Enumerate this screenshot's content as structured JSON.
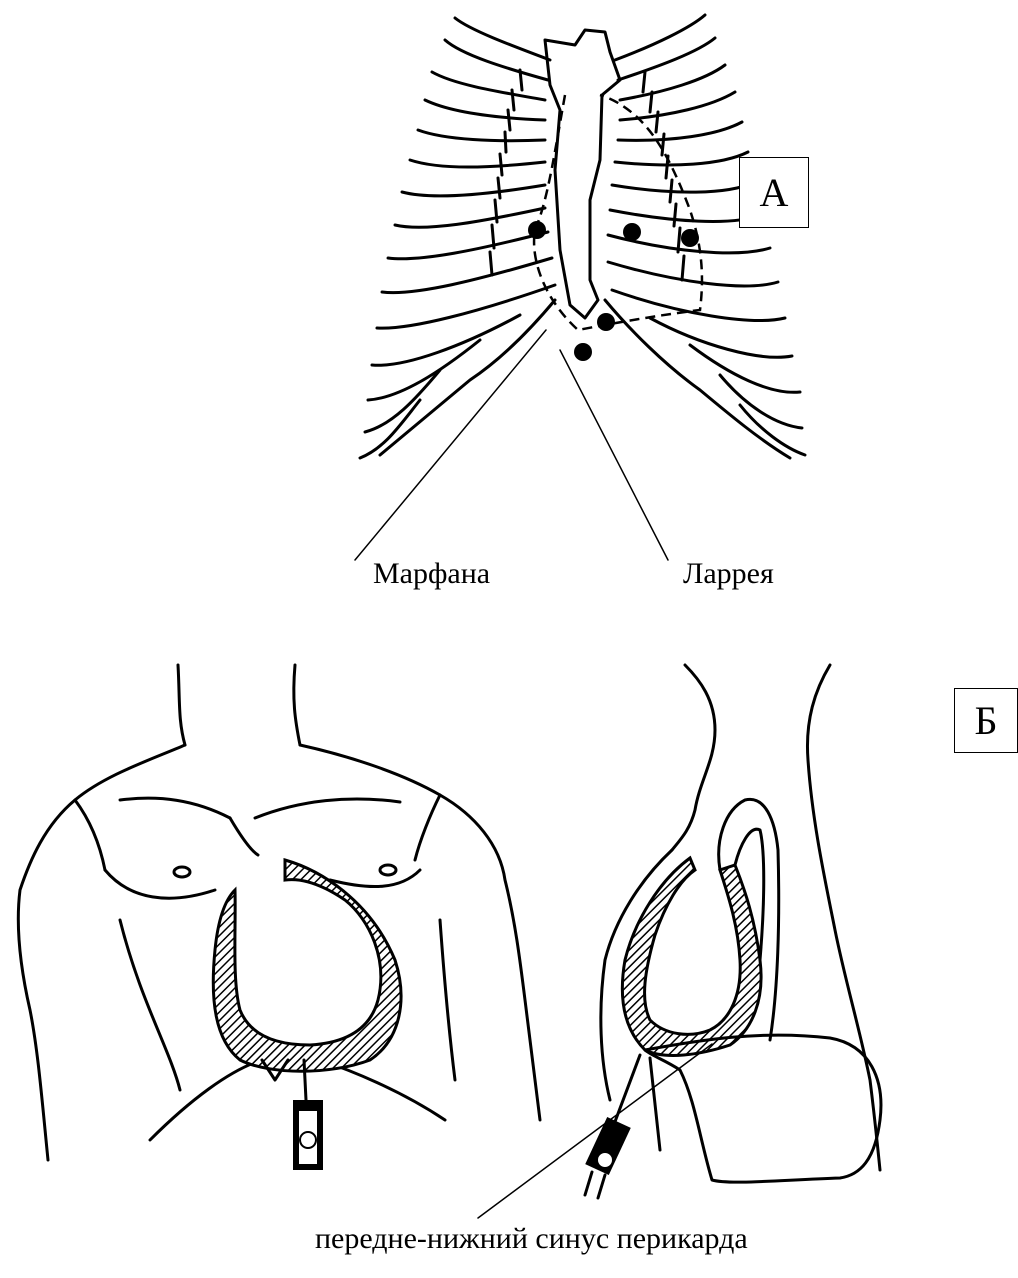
{
  "panel_a": {
    "label": "А",
    "callouts": [
      {
        "id": "marfan",
        "text": "Марфана"
      },
      {
        "id": "larrey",
        "text": "Ларрея"
      }
    ]
  },
  "panel_b": {
    "label": "Б",
    "callout": "передне-нижний синус перикарда"
  }
}
